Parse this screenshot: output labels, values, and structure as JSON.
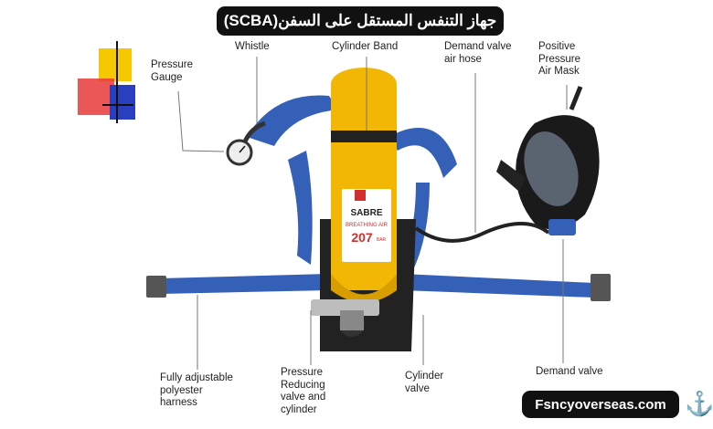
{
  "title": "جهاز التنفس المستقل على السفن(SCBA)",
  "labels": {
    "pressure_gauge": "Pressure\nGauge",
    "whistle": "Whistle",
    "cylinder_band": "Cylinder Band",
    "demand_valve_hose": "Demand valve\nair hose",
    "positive_pressure_mask": "Positive\nPressure\nAir Mask",
    "harness": "Fully adjustable\npolyester\nharness",
    "pressure_reducing": "Pressure\nReducing\nvalve and\ncylinder",
    "cylinder_valve": "Cylinder\nvalve",
    "demand_valve": "Demand valve"
  },
  "cylinder_text": {
    "brand": "SABRE",
    "line1": "BREATHING AIR",
    "number": "207",
    "unit": "BAR"
  },
  "brand_site": "Fsncyoverseas.com",
  "colors": {
    "cylinder": "#f2b705",
    "straps": "#3560b8",
    "pill": "#111111"
  },
  "icons": [
    "anchor-icon"
  ]
}
